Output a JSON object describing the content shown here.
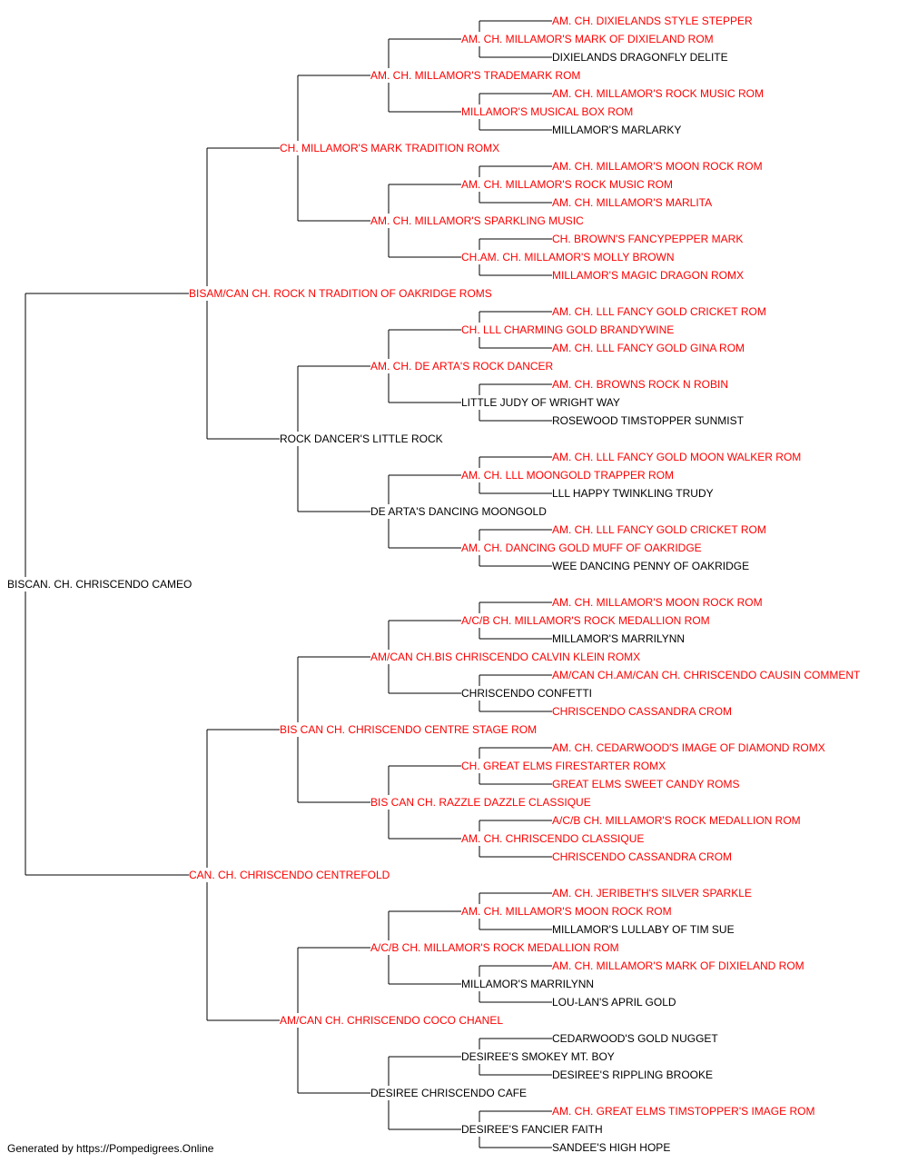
{
  "colors": {
    "titled": "#ff0000",
    "plain": "#000000",
    "line": "#000000"
  },
  "pedigree": {
    "name": "BISCAN. CH. CHRISCENDO CAMEO",
    "titled": false,
    "sire": {
      "name": "BISAM/CAN CH. ROCK N TRADITION OF OAKRIDGE ROMS",
      "titled": true,
      "sire": {
        "name": "CH. MILLAMOR'S MARK TRADITION ROMX",
        "titled": true,
        "sire": {
          "name": "AM. CH. MILLAMOR'S TRADEMARK ROM",
          "titled": true,
          "sire": {
            "name": "AM. CH. MILLAMOR'S MARK OF DIXIELAND ROM",
            "titled": true,
            "sire": {
              "name": "AM. CH. DIXIELANDS STYLE STEPPER",
              "titled": true
            },
            "dam": {
              "name": "DIXIELANDS DRAGONFLY DELITE",
              "titled": false
            }
          },
          "dam": {
            "name": "MILLAMOR'S MUSICAL BOX ROM",
            "titled": true,
            "sire": {
              "name": "AM. CH. MILLAMOR'S ROCK MUSIC ROM",
              "titled": true
            },
            "dam": {
              "name": "MILLAMOR'S MARLARKY",
              "titled": false
            }
          }
        },
        "dam": {
          "name": "AM. CH. MILLAMOR'S SPARKLING MUSIC",
          "titled": true,
          "sire": {
            "name": "AM. CH. MILLAMOR'S ROCK MUSIC ROM",
            "titled": true,
            "sire": {
              "name": "AM. CH. MILLAMOR'S MOON ROCK ROM",
              "titled": true
            },
            "dam": {
              "name": "AM. CH. MILLAMOR'S MARLITA",
              "titled": true
            }
          },
          "dam": {
            "name": "CH.AM. CH. MILLAMOR'S MOLLY BROWN",
            "titled": true,
            "sire": {
              "name": "CH. BROWN'S FANCYPEPPER MARK",
              "titled": true
            },
            "dam": {
              "name": "MILLAMOR'S MAGIC DRAGON ROMX",
              "titled": true
            }
          }
        }
      },
      "dam": {
        "name": "ROCK DANCER'S LITTLE ROCK",
        "titled": false,
        "sire": {
          "name": "AM. CH. DE ARTA'S ROCK DANCER",
          "titled": true,
          "sire": {
            "name": "CH. LLL CHARMING GOLD BRANDYWINE",
            "titled": true,
            "sire": {
              "name": "AM. CH. LLL FANCY GOLD CRICKET ROM",
              "titled": true
            },
            "dam": {
              "name": "AM. CH. LLL FANCY GOLD GINA ROM",
              "titled": true
            }
          },
          "dam": {
            "name": "LITTLE JUDY OF WRIGHT WAY",
            "titled": false,
            "sire": {
              "name": "AM. CH. BROWNS ROCK N ROBIN",
              "titled": true
            },
            "dam": {
              "name": "ROSEWOOD TIMSTOPPER SUNMIST",
              "titled": false
            }
          }
        },
        "dam": {
          "name": "DE ARTA'S DANCING MOONGOLD",
          "titled": false,
          "sire": {
            "name": "AM. CH. LLL MOONGOLD TRAPPER ROM",
            "titled": true,
            "sire": {
              "name": "AM. CH. LLL FANCY GOLD MOON WALKER ROM",
              "titled": true
            },
            "dam": {
              "name": "LLL HAPPY TWINKLING TRUDY",
              "titled": false
            }
          },
          "dam": {
            "name": "AM. CH. DANCING GOLD MUFF OF OAKRIDGE",
            "titled": true,
            "sire": {
              "name": "AM. CH. LLL FANCY GOLD CRICKET ROM",
              "titled": true
            },
            "dam": {
              "name": "WEE DANCING PENNY OF OAKRIDGE",
              "titled": false
            }
          }
        }
      }
    },
    "dam": {
      "name": "CAN. CH. CHRISCENDO CENTREFOLD",
      "titled": true,
      "sire": {
        "name": "BIS CAN CH. CHRISCENDO CENTRE STAGE ROM",
        "titled": true,
        "sire": {
          "name": "AM/CAN CH.BIS CHRISCENDO CALVIN KLEIN ROMX",
          "titled": true,
          "sire": {
            "name": "A/C/B CH. MILLAMOR'S ROCK MEDALLION ROM",
            "titled": true,
            "sire": {
              "name": "AM. CH. MILLAMOR'S MOON ROCK ROM",
              "titled": true
            },
            "dam": {
              "name": "MILLAMOR'S MARRILYNN",
              "titled": false
            }
          },
          "dam": {
            "name": "CHRISCENDO CONFETTI",
            "titled": false,
            "sire": {
              "name": "AM/CAN CH.AM/CAN CH. CHRISCENDO CAUSIN COMMENT",
              "titled": true
            },
            "dam": {
              "name": "CHRISCENDO CASSANDRA CROM",
              "titled": true
            }
          }
        },
        "dam": {
          "name": "BIS CAN CH. RAZZLE DAZZLE CLASSIQUE",
          "titled": true,
          "sire": {
            "name": "CH. GREAT ELMS FIRESTARTER ROMX",
            "titled": true,
            "sire": {
              "name": "AM. CH. CEDARWOOD'S IMAGE OF DIAMOND ROMX",
              "titled": true
            },
            "dam": {
              "name": "GREAT ELMS SWEET CANDY ROMS",
              "titled": true
            }
          },
          "dam": {
            "name": "AM. CH. CHRISCENDO CLASSIQUE",
            "titled": true,
            "sire": {
              "name": "A/C/B CH. MILLAMOR'S ROCK MEDALLION ROM",
              "titled": true
            },
            "dam": {
              "name": "CHRISCENDO CASSANDRA CROM",
              "titled": true
            }
          }
        }
      },
      "dam": {
        "name": "AM/CAN CH. CHRISCENDO COCO CHANEL",
        "titled": true,
        "sire": {
          "name": "A/C/B CH. MILLAMOR'S ROCK MEDALLION ROM",
          "titled": true,
          "sire": {
            "name": "AM. CH. MILLAMOR'S MOON ROCK ROM",
            "titled": true,
            "sire": {
              "name": "AM. CH. JERIBETH'S SILVER SPARKLE",
              "titled": true
            },
            "dam": {
              "name": "MILLAMOR'S LULLABY OF TIM SUE",
              "titled": false
            }
          },
          "dam": {
            "name": "MILLAMOR'S MARRILYNN",
            "titled": false,
            "sire": {
              "name": "AM. CH. MILLAMOR'S MARK OF DIXIELAND ROM",
              "titled": true
            },
            "dam": {
              "name": "LOU-LAN'S APRIL GOLD",
              "titled": false
            }
          }
        },
        "dam": {
          "name": "DESIREE CHRISCENDO CAFE",
          "titled": false,
          "sire": {
            "name": "DESIREE'S SMOKEY MT. BOY",
            "titled": false,
            "sire": {
              "name": "CEDARWOOD'S GOLD NUGGET",
              "titled": false
            },
            "dam": {
              "name": "DESIREE'S RIPPLING BROOKE",
              "titled": false
            }
          },
          "dam": {
            "name": "DESIREE'S FANCIER FAITH",
            "titled": false,
            "sire": {
              "name": "AM. CH. GREAT ELMS TIMSTOPPER'S IMAGE ROM",
              "titled": true
            },
            "dam": {
              "name": "SANDEE'S HIGH HOPE",
              "titled": false
            }
          }
        }
      }
    }
  },
  "footer": "Generated by https://Pompedigrees.Online"
}
